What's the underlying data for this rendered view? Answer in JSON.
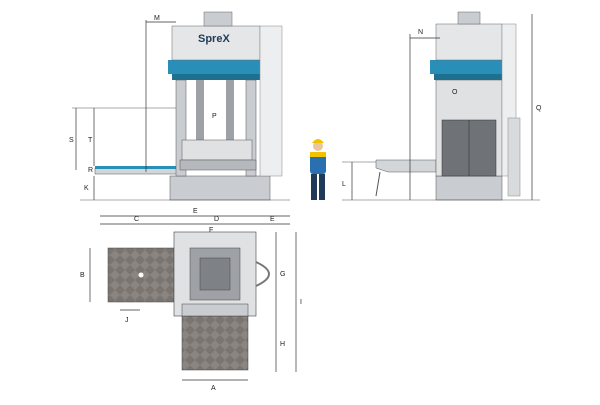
{
  "brand": {
    "name": "SpreX",
    "accent": "#2a8fb8",
    "dark": "#1f3b57"
  },
  "colors": {
    "steel": "#c9ccd0",
    "steel_dark": "#8e9296",
    "panel": "#dfe1e3",
    "blue": "#2a8fb8",
    "mold": "#6f6a66",
    "line": "#333333"
  },
  "labels": {
    "M": "M",
    "S": "S",
    "T": "T",
    "R": "R",
    "K": "K",
    "P": "P",
    "N": "N",
    "O": "O",
    "Q": "Q",
    "L": "L",
    "C": "C",
    "D": "D",
    "E_top": "E",
    "E_right": "E",
    "F": "F",
    "B": "B",
    "J": "J",
    "G": "G",
    "I": "I",
    "H": "H",
    "A": "A"
  }
}
